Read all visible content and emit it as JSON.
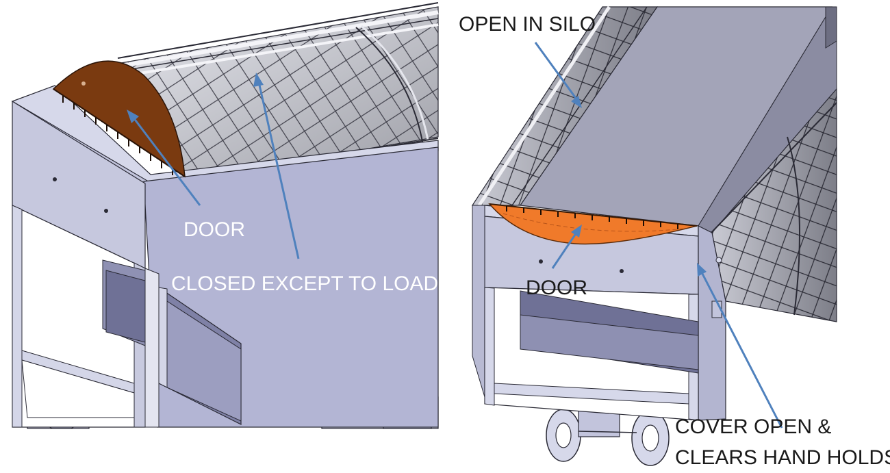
{
  "labels": {
    "left_door": "DOOR",
    "closed_except_to_load": "CLOSED EXCEPT TO LOAD",
    "open_in_silo": "OPEN IN SILO",
    "right_door": "DOOR",
    "cover_open_line1": "COVER OPEN &",
    "cover_open_line2": "CLEARS HAND HOLDS"
  },
  "colors": {
    "arrow": "#4f81bd",
    "left_label_text": "#ffffff",
    "right_label_text": "#1a1a1a",
    "left_door_fill": "#7a3a10",
    "right_door_fill": "#f07a2a",
    "cad_body": "#b3b5d4",
    "cad_body_dark": "#9a9cbf",
    "cad_light": "#d6d8ea",
    "cad_line": "#2a2a35"
  }
}
